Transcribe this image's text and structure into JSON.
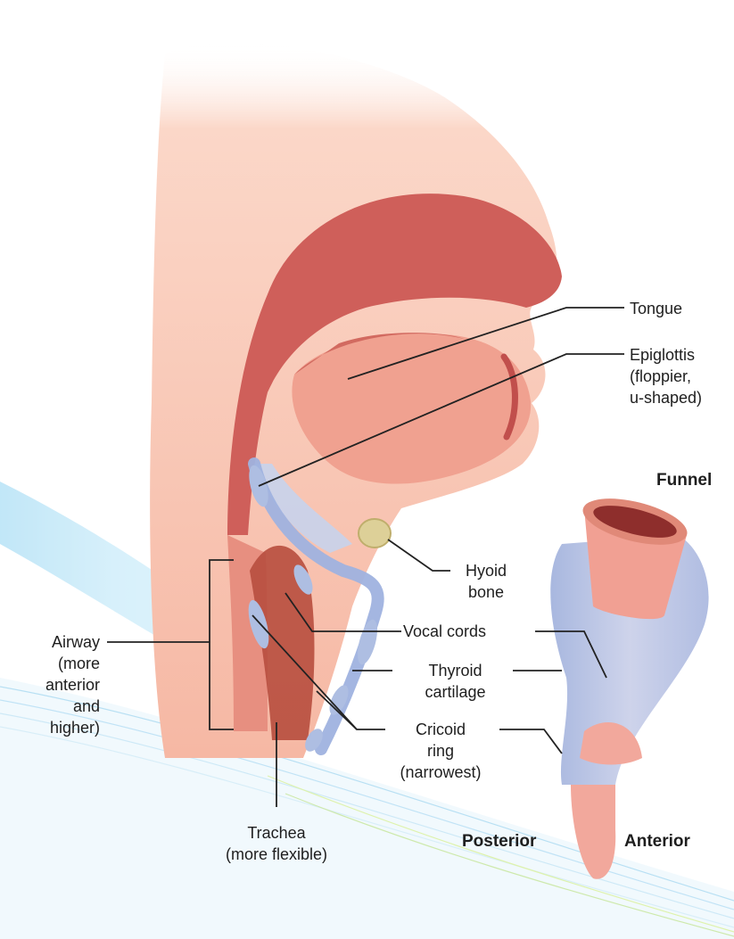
{
  "labels": {
    "tongue": "Tongue",
    "epiglottis": [
      "Epiglottis",
      "(floppier,",
      "u-shaped)"
    ],
    "funnel": "Funnel",
    "hyoid": [
      "Hyoid",
      "bone"
    ],
    "vocal_cords": "Vocal cords",
    "thyroid": [
      "Thyroid",
      "cartilage"
    ],
    "cricoid": [
      "Cricoid",
      "ring",
      "(narrowest)"
    ],
    "airway": [
      "Airway",
      "(more",
      "anterior",
      "and",
      "higher)"
    ],
    "trachea": [
      "Trachea",
      "(more flexible)"
    ],
    "posterior": "Posterior",
    "anterior": "Anterior"
  },
  "colors": {
    "skin": "#f5b5a0",
    "tissue": "#e98e7e",
    "muscle": "#cf5f5a",
    "cartilage": "#aebee2",
    "bone": "#ddd098",
    "leader": "#222222"
  }
}
